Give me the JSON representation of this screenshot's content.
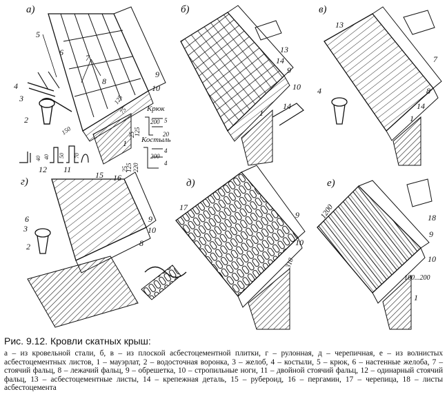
{
  "panels": {
    "a": {
      "letter": "а)",
      "labels": [
        "5",
        "6",
        "7",
        "4",
        "3",
        "2",
        "8",
        "9",
        "10",
        "1",
        "12",
        "11"
      ]
    },
    "b": {
      "letter": "б)",
      "labels": [
        "13",
        "14",
        "9",
        "10",
        "1",
        "14"
      ]
    },
    "v": {
      "letter": "в)",
      "labels": [
        "13",
        "7",
        "4",
        "8",
        "14",
        "1"
      ]
    },
    "g": {
      "letter": "г)",
      "labels": [
        "15",
        "16",
        "6",
        "3",
        "2",
        "9",
        "10",
        "8"
      ]
    },
    "d": {
      "letter": "д)",
      "labels": [
        "17",
        "9",
        "10",
        "310"
      ]
    },
    "e": {
      "letter": "е)",
      "labels": [
        "1200",
        "18",
        "9",
        "10",
        "100...200",
        "1"
      ]
    }
  },
  "detail": {
    "hook_title": "Крюк",
    "bracket_title": "Костыль",
    "dims": [
      "200",
      "5",
      "20",
      "4",
      "200",
      "4",
      "125",
      "25",
      "220",
      "125",
      "25",
      "125",
      "75",
      "150"
    ],
    "small_dims": [
      "40",
      "40",
      "50",
      "70"
    ]
  },
  "caption": {
    "title": "Рис. 9.12. Кровли скатных крыш:",
    "body": "а – из кровельной стали, б, в – из плоской асбестоцементной плитки, г – рулонная, д – черепичная, е – из волнистых асбестоцементных листов, 1 – мауэрлат, 2 – водосточная воронка, 3 – желоб, 4 – костыли, 5 – крюк, 6 – настенные желоба, 7 – стоячий фальц, 8 – лежачий фальц, 9 – обрешетка, 10 – стропильные ноги, 11 – двойной стоячий фальц, 12 – одинарный стоячий фальц, 13 – асбестоцементные листы, 14 – крепежная деталь, 15 – рубероид, 16 – пергамин, 17 – черепица, 18 – листы асбестоцемента"
  }
}
